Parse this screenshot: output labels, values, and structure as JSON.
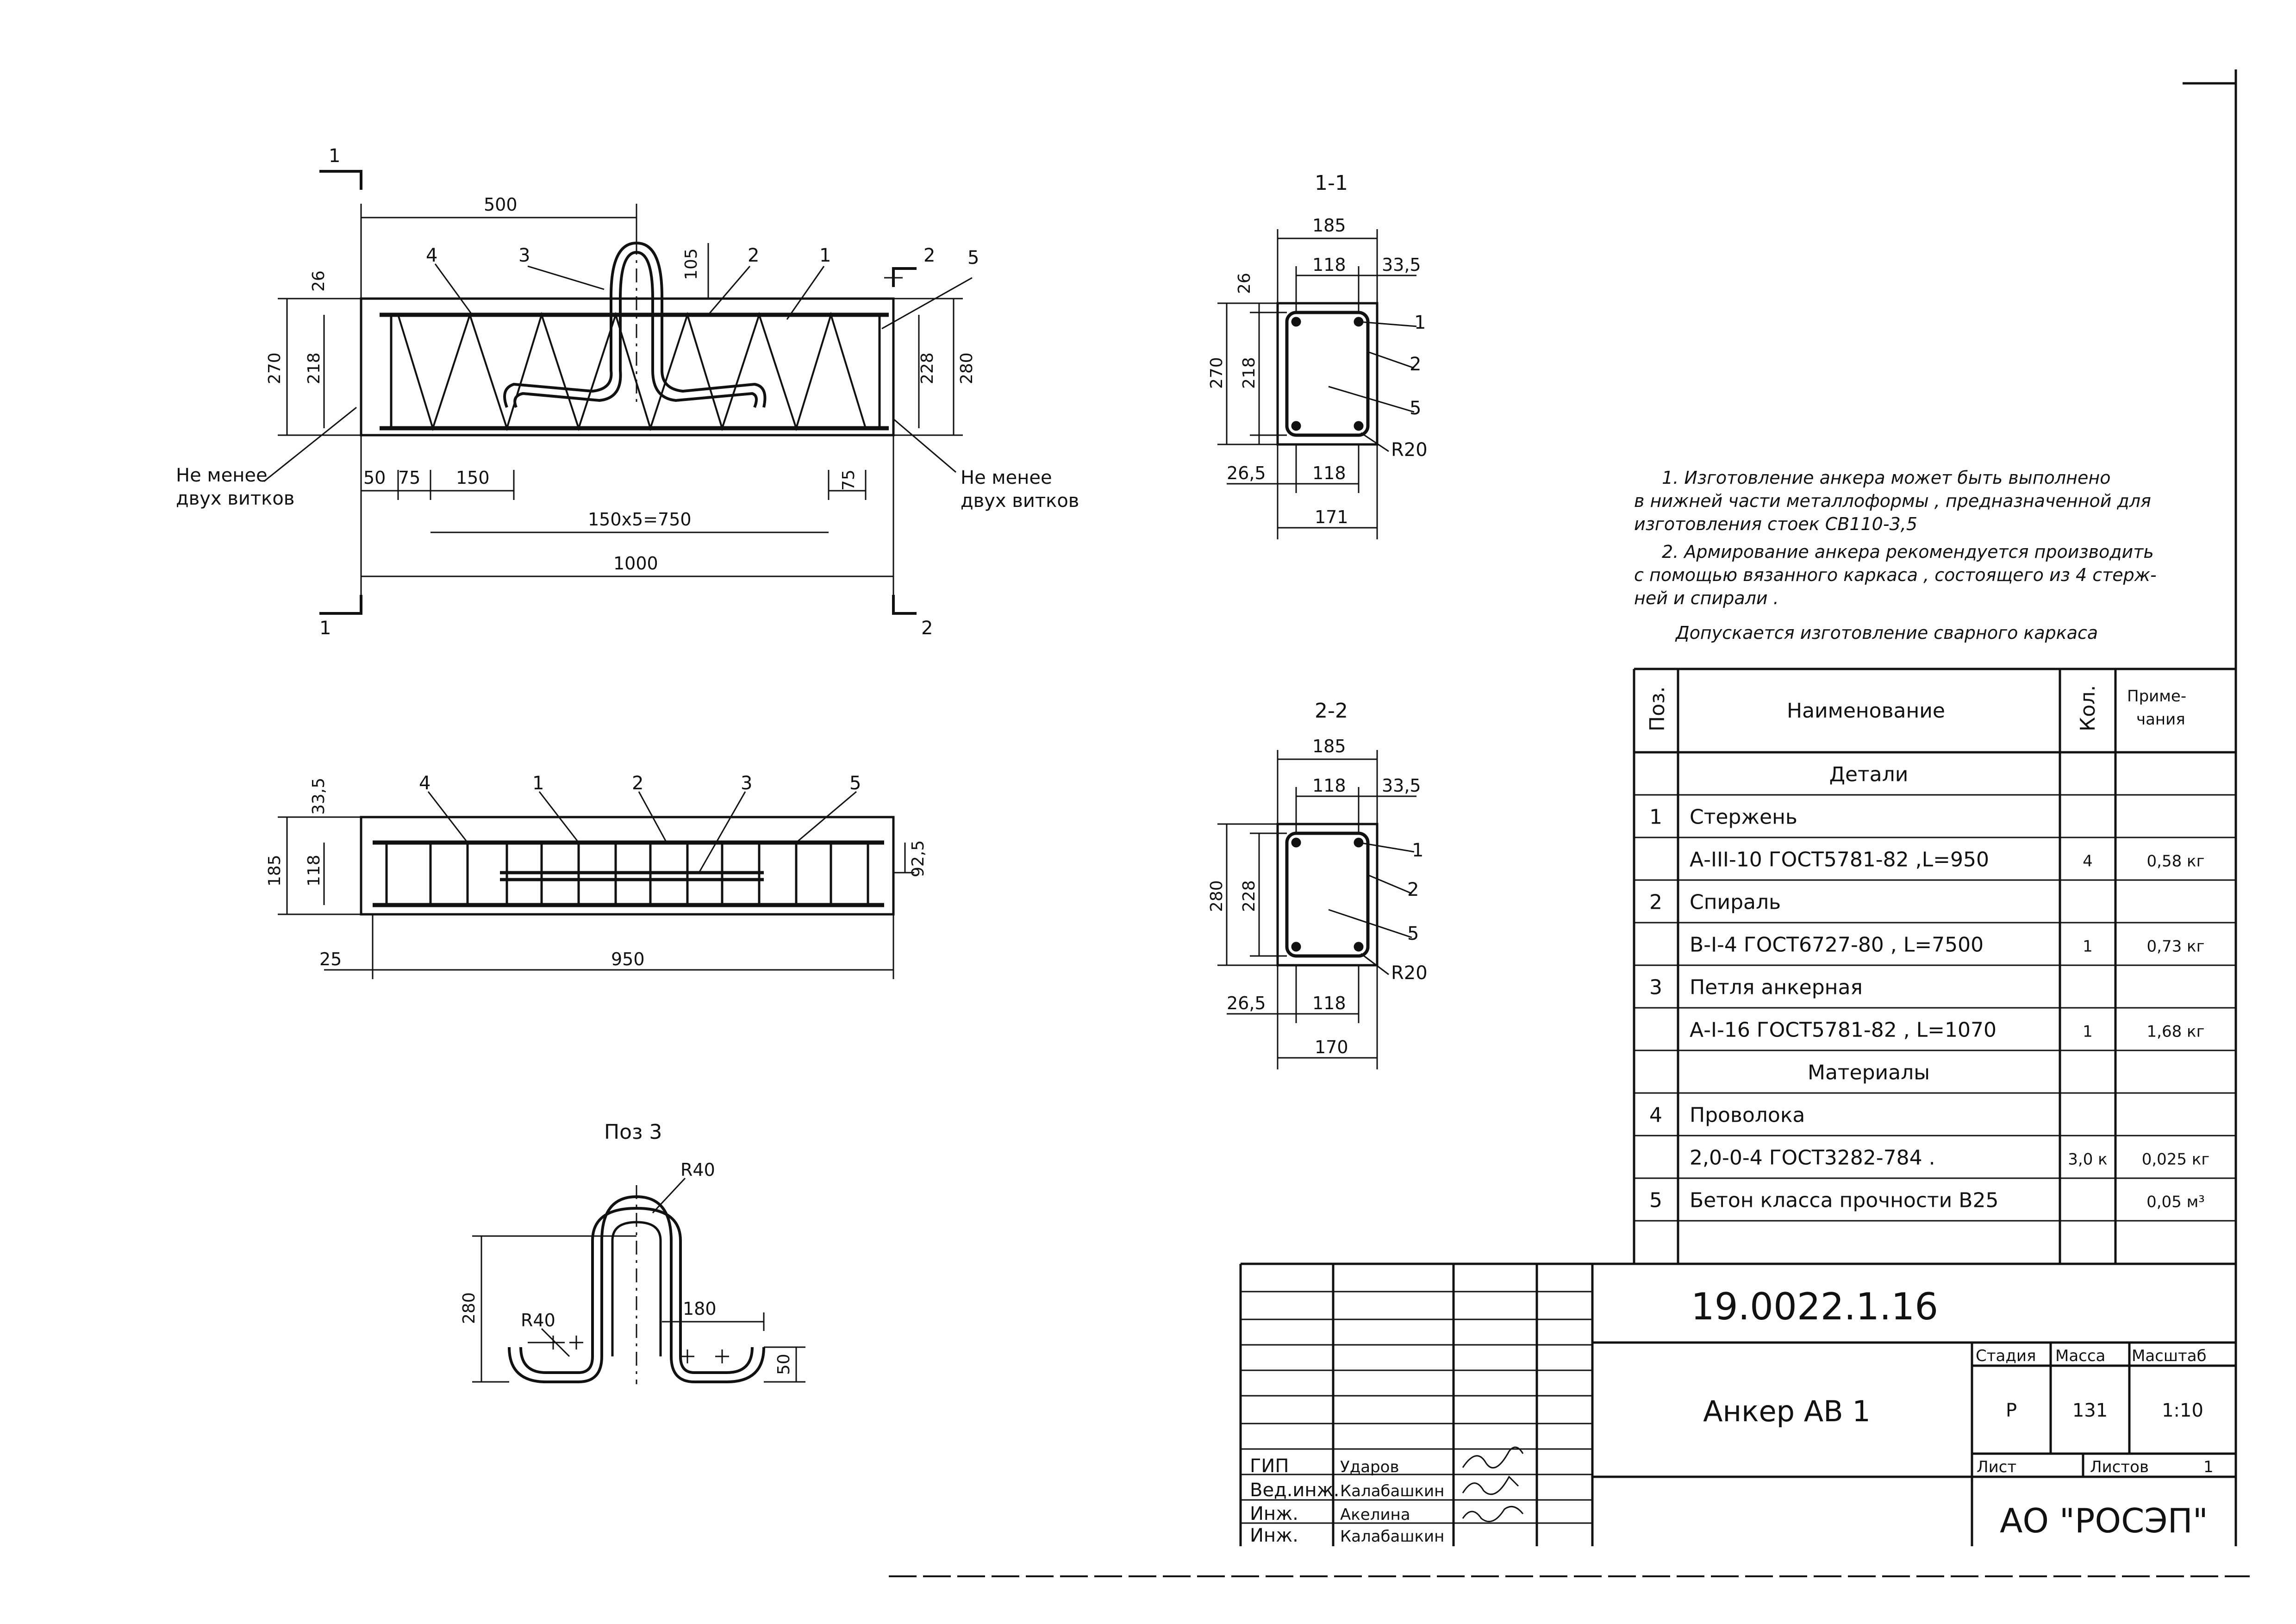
{
  "elevation": {
    "section_mark_1": "1",
    "section_mark_2": "2",
    "dims": {
      "d500": "500",
      "d105": "105",
      "d26": "26",
      "d270": "270",
      "d218": "218",
      "d228": "228",
      "d280": "280",
      "d50": "50",
      "d75": "75",
      "d150": "150",
      "d75r": "75",
      "d150x5": "150x5=750",
      "d1000": "1000"
    },
    "positions": {
      "p1": "1",
      "p2": "2",
      "p3": "3",
      "p4": "4",
      "p5": "5"
    },
    "note_left_1": "Не менее",
    "note_left_2": "двух витков",
    "note_right_1": "Не менее",
    "note_right_2": "двух витков"
  },
  "plan": {
    "dims": {
      "d335": "33,5",
      "d185": "185",
      "d118": "118",
      "d925": "92,5",
      "d25": "25",
      "d950": "950"
    },
    "positions": {
      "p4": "4",
      "p1": "1",
      "p2": "2",
      "p3": "3",
      "p5": "5"
    }
  },
  "section11": {
    "title": "1-1",
    "dims": {
      "d185": "185",
      "d118": "118",
      "d335": "33,5",
      "d26": "26",
      "d270": "270",
      "d218": "218",
      "d265": "26,5",
      "d118b": "118",
      "d171": "171"
    },
    "positions": {
      "p1": "1",
      "p2": "2",
      "p5": "5",
      "r20": "R20"
    }
  },
  "section22": {
    "title": "2-2",
    "dims": {
      "d185": "185",
      "d118": "118",
      "d335": "33,5",
      "d280": "280",
      "d228": "228",
      "d265": "26,5",
      "d118b": "118",
      "d170": "170"
    },
    "positions": {
      "p1": "1",
      "p2": "2",
      "p5": "5",
      "r20": "R20"
    }
  },
  "poz3": {
    "title": "Поз 3",
    "r40a": "R40",
    "r40b": "R40",
    "d280": "280",
    "d180": "180",
    "d50": "50"
  },
  "notes": {
    "n1a": "1. Изготовление анкера может быть выполнено",
    "n1b": "в нижней части металлоформы , предназначенной для",
    "n1c": "изготовления стоек СВ110-3,5",
    "n2a": "2. Армирование анкера рекомендуется производить",
    "n2b": "с помощью вязанного каркаса , состоящего из 4 стерж-",
    "n2c": "ней и спирали .",
    "n3": "Допускается изготовление сварного каркаса"
  },
  "spec": {
    "headers": {
      "pos": "Поз.",
      "name": "Наименование",
      "qty": "Кол.",
      "note1": "Приме-",
      "note2": "чания"
    },
    "rows": [
      {
        "pos": "",
        "name": "Детали",
        "qty": "",
        "note": "",
        "center": true
      },
      {
        "pos": "1",
        "name": "Стержень",
        "qty": "",
        "note": ""
      },
      {
        "pos": "",
        "name": "А-III-10 ГОСТ5781-82 ,L=950",
        "qty": "4",
        "note": "0,58 кг"
      },
      {
        "pos": "2",
        "name": "Спираль",
        "qty": "",
        "note": ""
      },
      {
        "pos": "",
        "name": "В-I-4 ГОСТ6727-80 , L=7500",
        "qty": "1",
        "note": "0,73 кг"
      },
      {
        "pos": "3",
        "name": "Петля анкерная",
        "qty": "",
        "note": ""
      },
      {
        "pos": "",
        "name": "А-I-16 ГОСТ5781-82 , L=1070",
        "qty": "1",
        "note": "1,68 кг"
      },
      {
        "pos": "",
        "name": "Материалы",
        "qty": "",
        "note": "",
        "center": true
      },
      {
        "pos": "4",
        "name": "Проволока",
        "qty": "",
        "note": ""
      },
      {
        "pos": "",
        "name": "2,0-0-4 ГОСТ3282-784 .",
        "qty": "3,0 к",
        "note": "0,025 кг"
      },
      {
        "pos": "5",
        "name": "Бетон класса прочности В25",
        "qty": "",
        "note": "0,05 м³"
      },
      {
        "pos": "",
        "name": "",
        "qty": "",
        "note": ""
      }
    ]
  },
  "titleblock": {
    "code": "19.0022.1.16",
    "name": "Анкер АВ 1",
    "stage_h": "Стадия",
    "mass_h": "Масса",
    "scale_h": "Масштаб",
    "stage": "Р",
    "mass": "131",
    "scale": "1:10",
    "sheet_h": "Лист",
    "sheets_h": "Листов",
    "sheets": "1",
    "org": "АО \"РОСЭП\"",
    "signers": [
      {
        "role": "ГИП",
        "name": "Ударов"
      },
      {
        "role": "Вед.инж.",
        "name": "Калабашкин"
      },
      {
        "role": "Инж.",
        "name": "Акелина"
      },
      {
        "role": "Инж.",
        "name": "Калабашкин"
      }
    ]
  }
}
